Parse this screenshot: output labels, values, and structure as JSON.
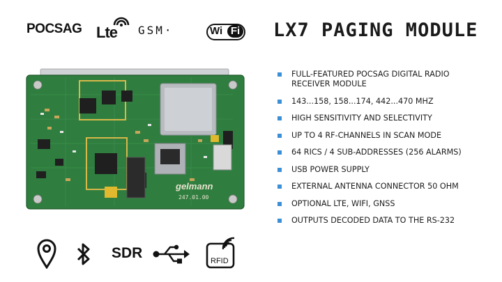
{
  "logos": {
    "pocsag": "POCSAG",
    "lte": "Lte",
    "gsm": "GSM·",
    "wifi_1": "Wi",
    "wifi_2": "Fi"
  },
  "title": "LX7 PAGING MODULE",
  "accent_color": "#3b8fd6",
  "features": [
    "FULL-FEATURED POCSAG DIGITAL RADIO RECEIVER MODULE",
    "143...158, 158...174, 442...470 MHZ",
    "HIGH SENSITIVITY AND SELECTIVITY",
    "UP TO 4 RF-CHANNELS IN SCAN MODE",
    "64 RICS / 4 SUB-ADDRESSES (256 ALARMS)",
    "USB POWER SUPPLY",
    "EXTERNAL ANTENNA CONNECTOR 50 OHM",
    "OPTIONAL LTE, WIFI, GNSS",
    "OUTPUTS DECODED DATA TO THE RS-232"
  ],
  "board": {
    "brand": "gelmann",
    "code": "247.01.00"
  },
  "bottom_icons": {
    "location": "location-pin-icon",
    "bluetooth": "bluetooth-icon",
    "sdr": "SDR",
    "usb": "usb-icon",
    "rfid": "RFID"
  }
}
